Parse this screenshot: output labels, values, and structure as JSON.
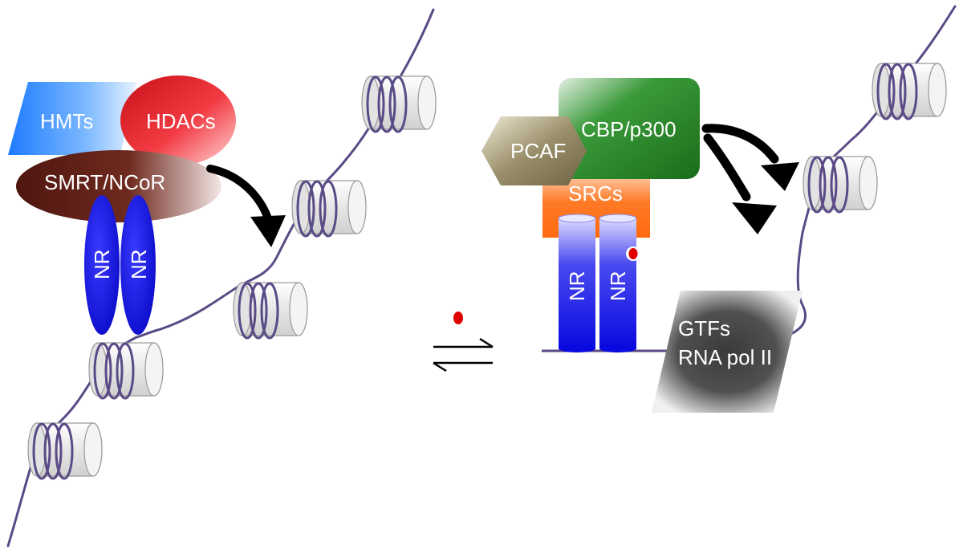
{
  "left_complex": {
    "hmts_label": "HMTs",
    "hdacs_label": "HDACs",
    "smrt_label": "SMRT/NCoR",
    "nr1_label": "NR",
    "nr2_label": "NR"
  },
  "right_complex": {
    "pcaf_label": "PCAF",
    "cbp_label": "CBP/p300",
    "srcs_label": "SRCs",
    "nr1_label": "NR",
    "nr2_label": "NR",
    "gtfs_label": "GTFs",
    "rnapol_label": "RNA pol II"
  },
  "colors": {
    "hmts": "#1e7bff",
    "hdacs": "#e8202a",
    "smrt": "#5a1a12",
    "nr": "#1414e0",
    "cbp": "#1f7a1f",
    "pcaf": "#7d7351",
    "srcs": "#ff6a10",
    "ligand": "#e00000",
    "dna": "#5a4a86"
  }
}
